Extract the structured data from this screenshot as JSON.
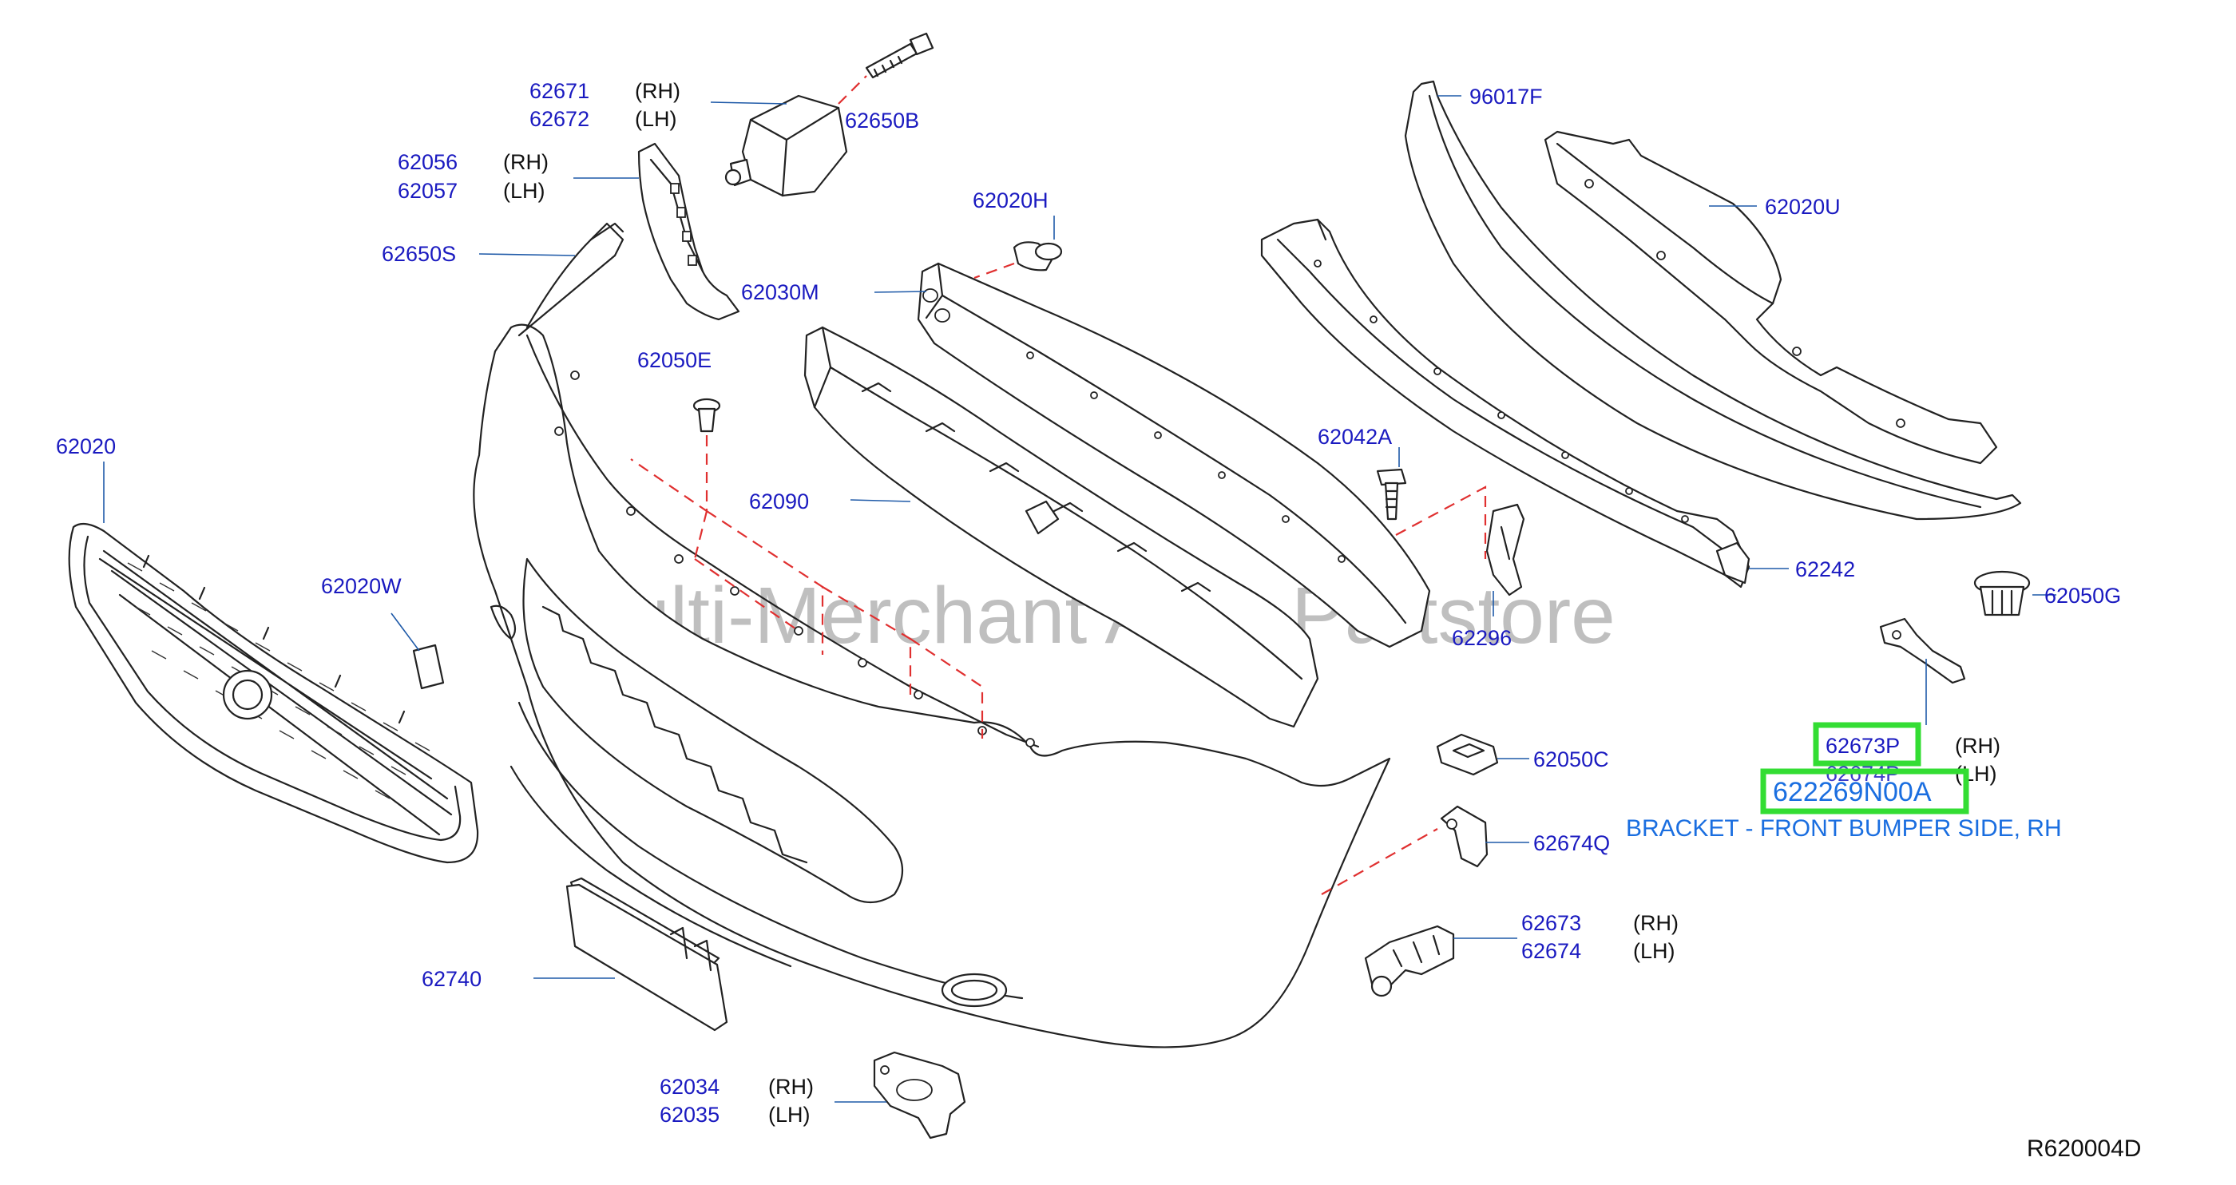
{
  "watermark": "Multi-Merchant Auto Partstore",
  "diagram_id": "R620004D",
  "highlight": {
    "part": "622269N00A",
    "description": "BRACKET - FRONT BUMPER SIDE, RH"
  },
  "labels": {
    "p62671": "62671",
    "p62672": "62672",
    "rh_62671": "(RH)",
    "lh_62672": "(LH)",
    "p62650B": "62650B",
    "p62056": "62056",
    "p62057": "62057",
    "rh_62056": "(RH)",
    "lh_62057": "(LH)",
    "p62650S": "62650S",
    "p62020H": "62020H",
    "p62030M": "62030M",
    "p96017F": "96017F",
    "p62020U": "62020U",
    "p62050E": "62050E",
    "p62020": "62020",
    "p62090": "62090",
    "p62042A": "62042A",
    "p62242": "62242",
    "p62020W": "62020W",
    "p62296": "62296",
    "p62050G": "62050G",
    "p62673P": "62673P",
    "p62674P": "62674P",
    "rh_62673P": "(RH)",
    "lh_62674P": "(LH)",
    "p62050C": "62050C",
    "p62674Q": "62674Q",
    "p62673": "62673",
    "p62674": "62674",
    "rh_62673": "(RH)",
    "lh_62674": "(LH)",
    "p62740": "62740",
    "p62034": "62034",
    "p62035": "62035",
    "rh_62034": "(RH)",
    "lh_62035": "(LH)"
  }
}
